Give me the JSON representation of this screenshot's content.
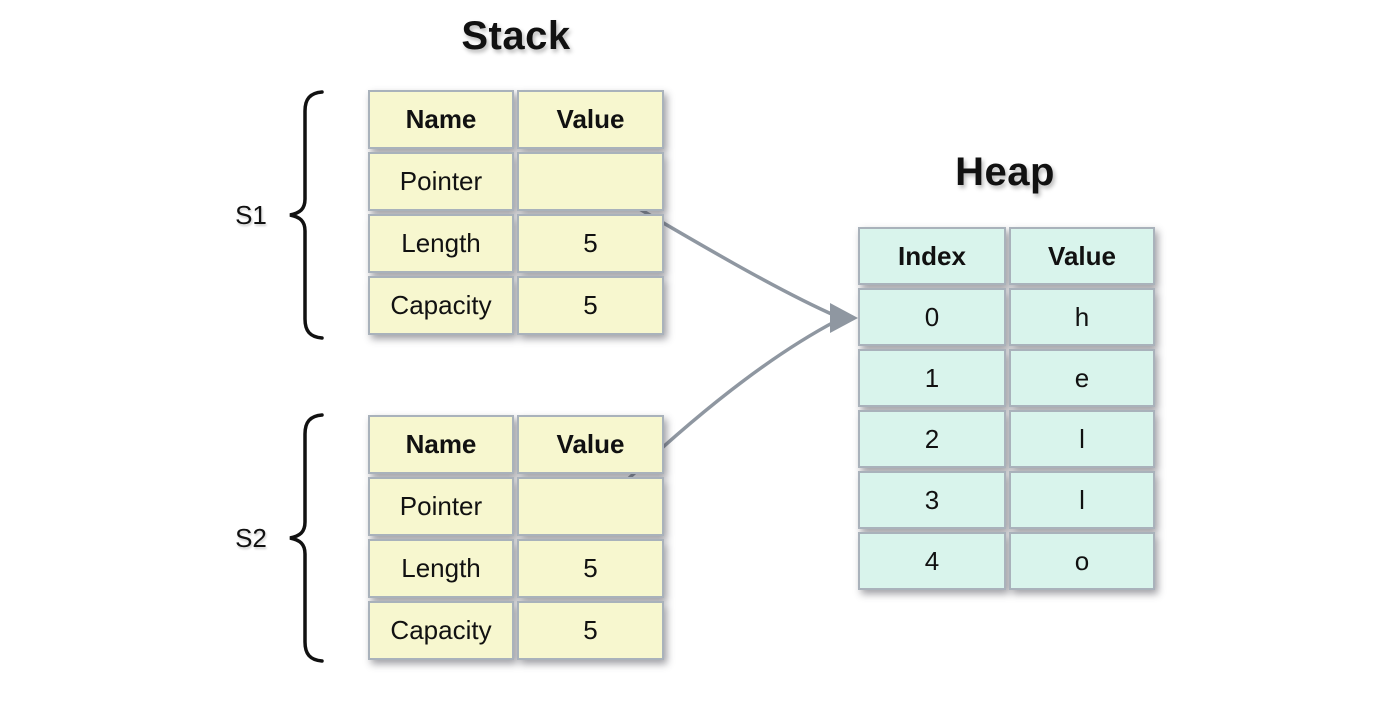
{
  "colors": {
    "stack_cell": "#f7f7cf",
    "heap_cell": "#d9f4ec",
    "cell_border": "#a9b2bb",
    "arrow": "#8f97a1",
    "brace": "#111111",
    "text": "#111111",
    "background": "#ffffff"
  },
  "stack": {
    "title": "Stack",
    "frames": [
      {
        "label": "S1",
        "columns": [
          "Name",
          "Value"
        ],
        "rows": [
          {
            "name": "Pointer",
            "value": ""
          },
          {
            "name": "Length",
            "value": "5"
          },
          {
            "name": "Capacity",
            "value": "5"
          }
        ]
      },
      {
        "label": "S2",
        "columns": [
          "Name",
          "Value"
        ],
        "rows": [
          {
            "name": "Pointer",
            "value": ""
          },
          {
            "name": "Length",
            "value": "5"
          },
          {
            "name": "Capacity",
            "value": "5"
          }
        ]
      }
    ]
  },
  "heap": {
    "title": "Heap",
    "columns": [
      "Index",
      "Value"
    ],
    "rows": [
      {
        "index": "0",
        "value": "h"
      },
      {
        "index": "1",
        "value": "e"
      },
      {
        "index": "2",
        "value": "l"
      },
      {
        "index": "3",
        "value": "l"
      },
      {
        "index": "4",
        "value": "o"
      }
    ]
  }
}
